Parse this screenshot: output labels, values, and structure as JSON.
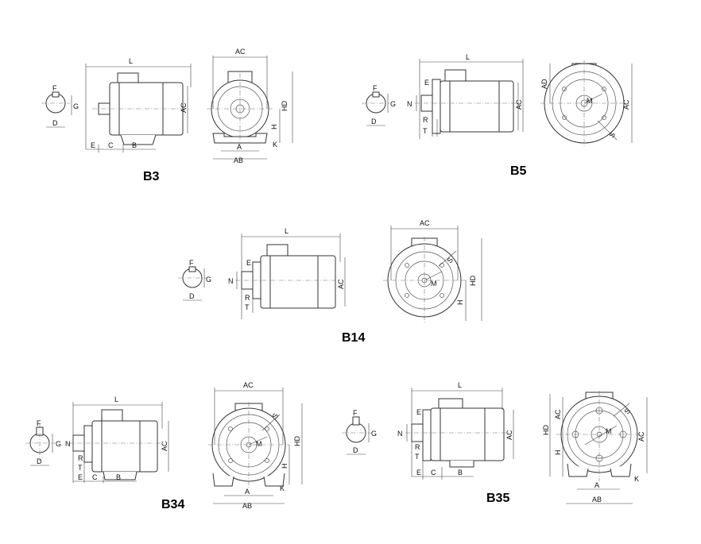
{
  "titles": {
    "b3": "B3",
    "b5": "B5",
    "b14": "B14",
    "b34": "B34",
    "b35": "B35"
  },
  "dims": {
    "L": "L",
    "AC": "AC",
    "AD": "AD",
    "HD": "HD",
    "H": "H",
    "A": "A",
    "AB": "AB",
    "K": "K",
    "B": "B",
    "C": "C",
    "E": "E",
    "F": "F",
    "G": "G",
    "D": "D",
    "N": "N",
    "R": "R",
    "T": "T",
    "M": "M",
    "S": "S"
  },
  "colors": {
    "line": "#333333",
    "background": "#ffffff"
  }
}
